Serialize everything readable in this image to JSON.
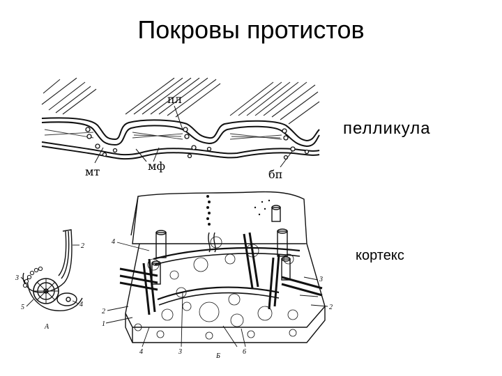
{
  "title": "Покровы протистов",
  "labels": {
    "pellicle": "пелликула",
    "cortex": "кортекс"
  },
  "pellicle_figure": {
    "callouts": {
      "pl": "пл",
      "mt": "мт",
      "mf": "мф",
      "bp": "бп"
    }
  },
  "flagellum_figure": {
    "callouts": [
      "2",
      "3",
      "5",
      "4"
    ],
    "caption": "А"
  },
  "cortex_figure": {
    "callouts": [
      "4",
      "2",
      "1",
      "4",
      "3",
      "6",
      "3",
      "2"
    ],
    "caption": "Б"
  }
}
